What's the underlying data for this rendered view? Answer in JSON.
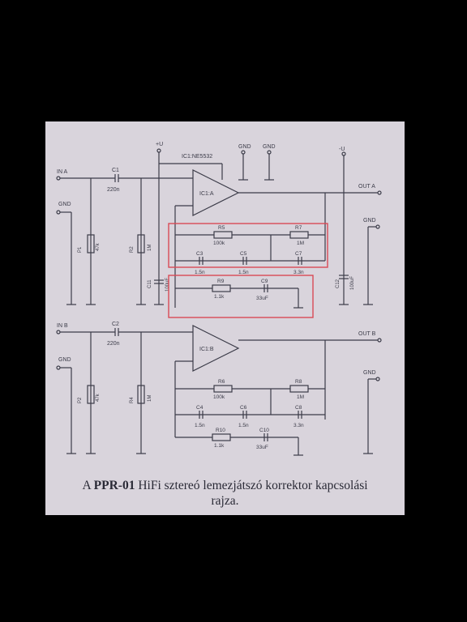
{
  "colors": {
    "paper": "#d9d4dc",
    "ink": "#3b3b48",
    "highlight": "#d94a55",
    "background": "#000000"
  },
  "chip_label": "IC1:NE5532",
  "rails": {
    "vcc_left": "+U",
    "vcc_right": "-U"
  },
  "gnd_label": "GND",
  "channel_a": {
    "input": "IN A",
    "output": "OUT A",
    "opamp": "IC1:A",
    "c_in": "C1",
    "c_in_value": "220n",
    "p_vol": "P1",
    "p_vol_value": "47k",
    "r_bias": "R2",
    "r_bias_value": "1M",
    "c_supply_left": "C11",
    "c_supply_left_value": "100uF",
    "c_supply_right": "C12",
    "c_supply_right_value": "100uF",
    "r_fb1": "R5",
    "r_fb1_value": "100k",
    "r_fb2": "R7",
    "r_fb2_value": "1M",
    "c_fb1": "C3",
    "c_fb1_value": "1.5n",
    "c_fb2": "C5",
    "c_fb2_value": "1.5n",
    "c_fb3": "C7",
    "c_fb3_value": "3.3n",
    "r_gnd": "R9",
    "r_gnd_value": "1.1k",
    "c_gnd": "C9",
    "c_gnd_value": "33uF"
  },
  "channel_b": {
    "input": "IN B",
    "output": "OUT B",
    "opamp": "IC1:B",
    "c_in": "C2",
    "c_in_value": "220n",
    "p_vol": "P2",
    "p_vol_value": "47k",
    "r_bias": "R4",
    "r_bias_value": "1M",
    "r_fb1": "R6",
    "r_fb1_value": "100k",
    "r_fb2": "R8",
    "r_fb2_value": "1M",
    "c_fb1": "C4",
    "c_fb1_value": "1.5n",
    "c_fb2": "C6",
    "c_fb2_value": "1.5n",
    "c_fb3": "C8",
    "c_fb3_value": "3.3n",
    "r_gnd": "R10",
    "r_gnd_value": "1.1k",
    "c_gnd": "C10",
    "c_gnd_value": "33uF"
  },
  "caption": {
    "prefix": "A ",
    "model": "PPR-01",
    "line1_rest": " HiFi sztereó lemezjátszó korrektor kapcsolási",
    "line2": "rajza."
  }
}
